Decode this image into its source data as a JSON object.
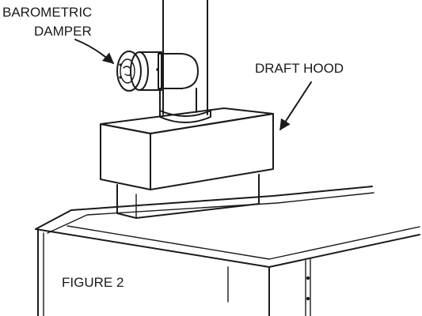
{
  "labels": {
    "damper_line1": "BAROMETRIC",
    "damper_line2": "DAMPER",
    "hood": "DRAFT HOOD",
    "figure": "FIGURE 2"
  }
}
